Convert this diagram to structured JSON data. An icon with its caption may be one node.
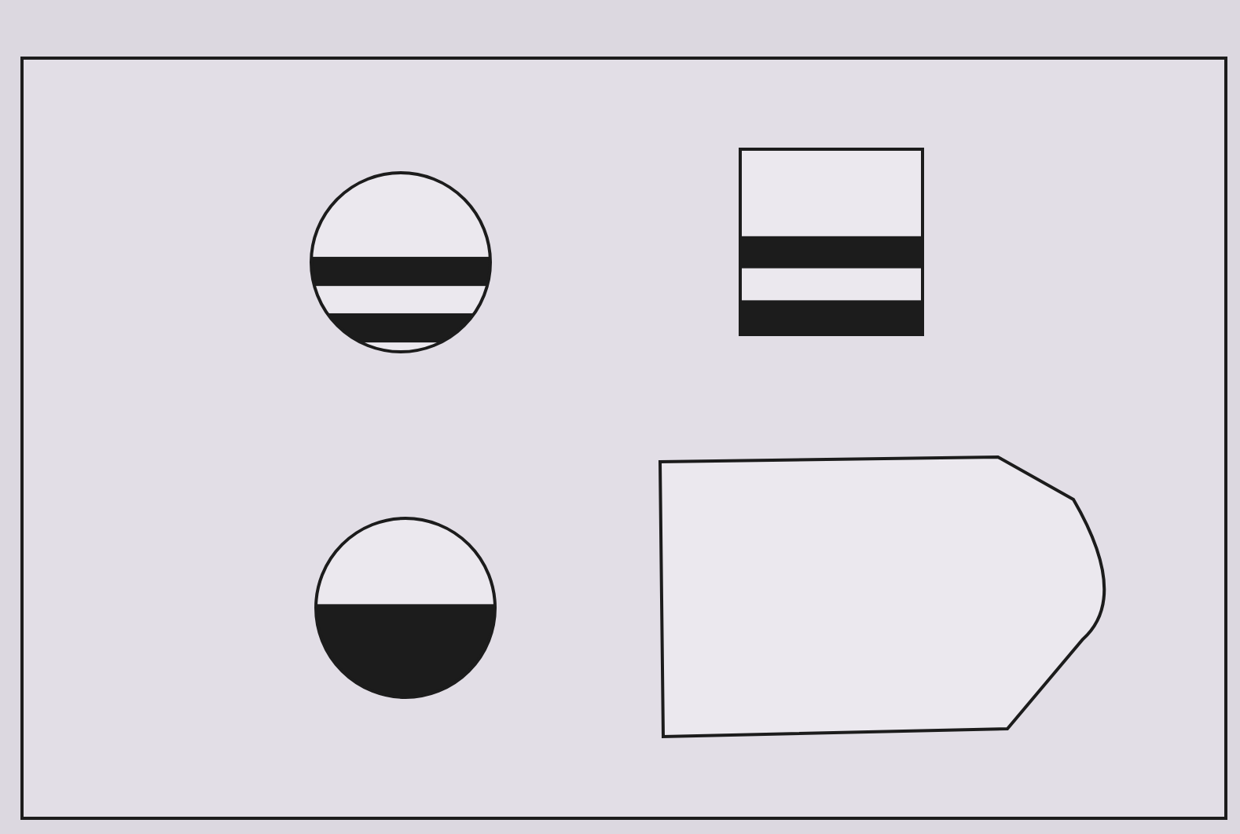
{
  "diagram": {
    "nodes": [
      {
        "text": [],
        "shape": "box"
      },
      {
        "text": [],
        "shape": "circle",
        "in": 0
      },
      {
        "text": [],
        "shape": "box",
        "in": 0
      },
      {
        "text": [],
        "shape": "circle",
        "in": 0
      },
      {
        "text": [],
        "shape": "pentagon",
        "in": 0
      }
    ]
  }
}
